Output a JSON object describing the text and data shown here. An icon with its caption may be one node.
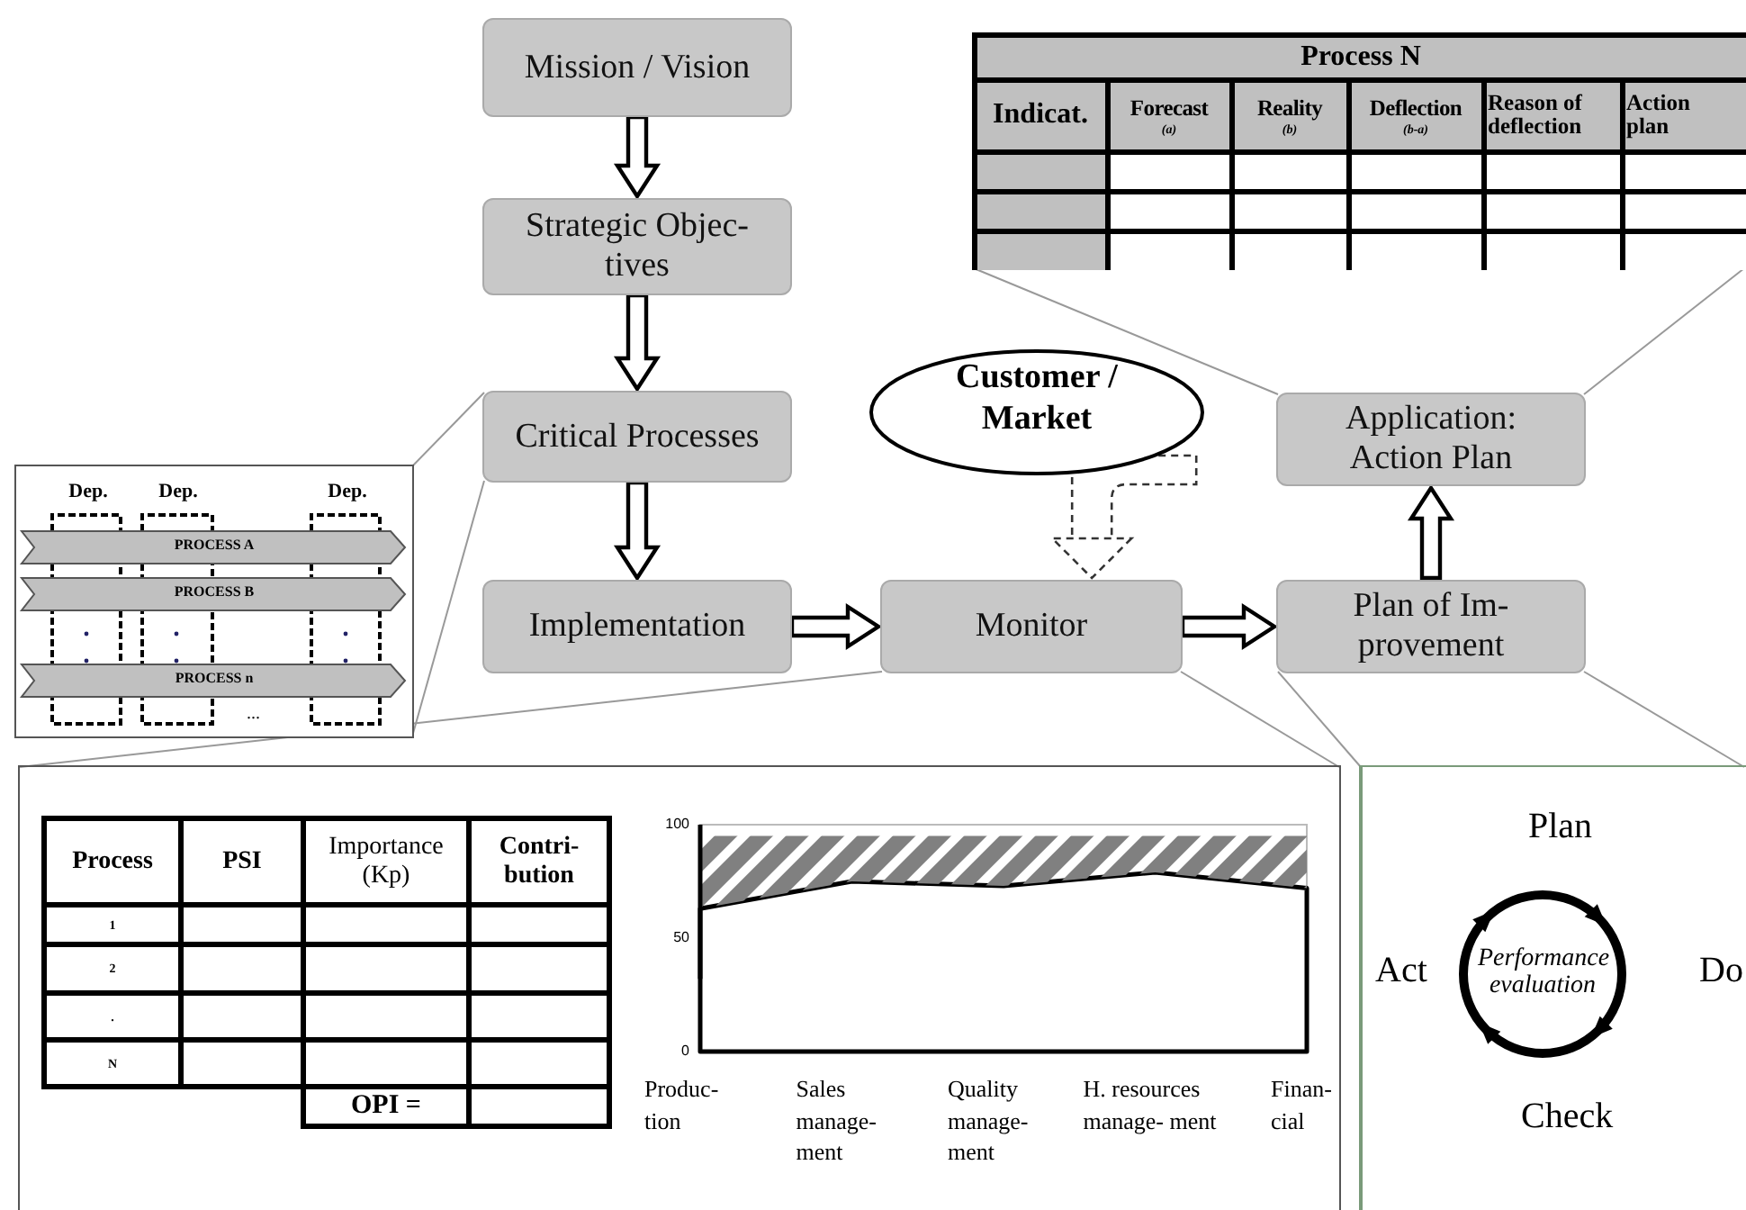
{
  "diagram": {
    "nodes": [
      {
        "text": [
          "Mission / Vision"
        ]
      },
      {
        "text": [
          "Strategic Objec- tives"
        ]
      },
      {
        "text": [
          "Critical Processes"
        ]
      },
      {
        "text": [
          "Implementation"
        ]
      },
      {
        "text": [
          "Monitor"
        ]
      },
      {
        "text": [
          "Plan of Im- provement"
        ]
      },
      {
        "text": [
          "Application: Action Plan"
        ]
      },
      {
        "text": [
          "Customer / Market"
        ]
      },
      {
        "text": [
          "Process N",
          "Indicat.",
          "Forecast",
          "(a)",
          "Reality",
          "(b)",
          "Deflection",
          "(b-a)",
          "Reason of deflection",
          "Action plan"
        ]
      },
      {
        "text": [
          "Dep.",
          "Dep.",
          "Dep.",
          "PROCESS A",
          "PROCESS B",
          "PROCESS n",
          "..."
        ]
      },
      {
        "text": [],
        "shape": "box"
      },
      {
        "text": [],
        "shape": "box"
      },
      {
        "text": [
          "Performance evaluation"
        ],
        "in": 11
      }
    ],
    "edges": [
      {
        "from": 0,
        "to": 1,
        "arrow": "to"
      },
      {
        "from": 1,
        "to": 2,
        "arrow": "to"
      },
      {
        "from": 2,
        "to": 3,
        "arrow": "to"
      },
      {
        "from": 3,
        "to": 4,
        "arrow": "to"
      },
      {
        "from": 4,
        "to": 5,
        "arrow": "to"
      },
      {
        "from": 5,
        "to": 6,
        "arrow": "to"
      },
      {
        "from": 7,
        "to": 4,
        "arrow": "to",
        "style": "dashed",
        "color": "#333333"
      },
      {
        "from": 2,
        "to": 9,
        "arrow": "none"
      },
      {
        "from": 2,
        "to": 9,
        "arrow": "none"
      },
      {
        "from": 4,
        "to": 10,
        "arrow": "none"
      },
      {
        "from": 4,
        "to": 10,
        "arrow": "none"
      },
      {
        "from": 5,
        "to": 11,
        "arrow": "none"
      },
      {
        "from": 5,
        "to": 11,
        "arrow": "none"
      },
      {
        "from": 6,
        "to": 8,
        "arrow": "none"
      },
      {
        "from": 6,
        "to": 8,
        "arrow": "none"
      }
    ],
    "labels": [
      "Process",
      "PSI",
      "Importance (Kp)",
      "Contri- bution",
      "1",
      "2",
      ".",
      "N",
      "OPI =",
      "Plan",
      "Act",
      "Do",
      "Check"
    ],
    "chart_data": {
      "type": "area",
      "categories": [
        "Produc- tion",
        "Sales manage- ment",
        "Quality manage- ment",
        "H. resources manage- ment",
        "Finan- cial"
      ],
      "ylim": [
        0,
        100
      ],
      "yticks": [
        0,
        50,
        100
      ],
      "stacked": true,
      "series": [
        {
          "color": "#ffffff",
          "values": [
            63,
            75,
            73,
            79,
            72
          ]
        },
        {
          "color": "#808080",
          "values": [
            32,
            20,
            22,
            16,
            23
          ]
        }
      ]
    }
  }
}
